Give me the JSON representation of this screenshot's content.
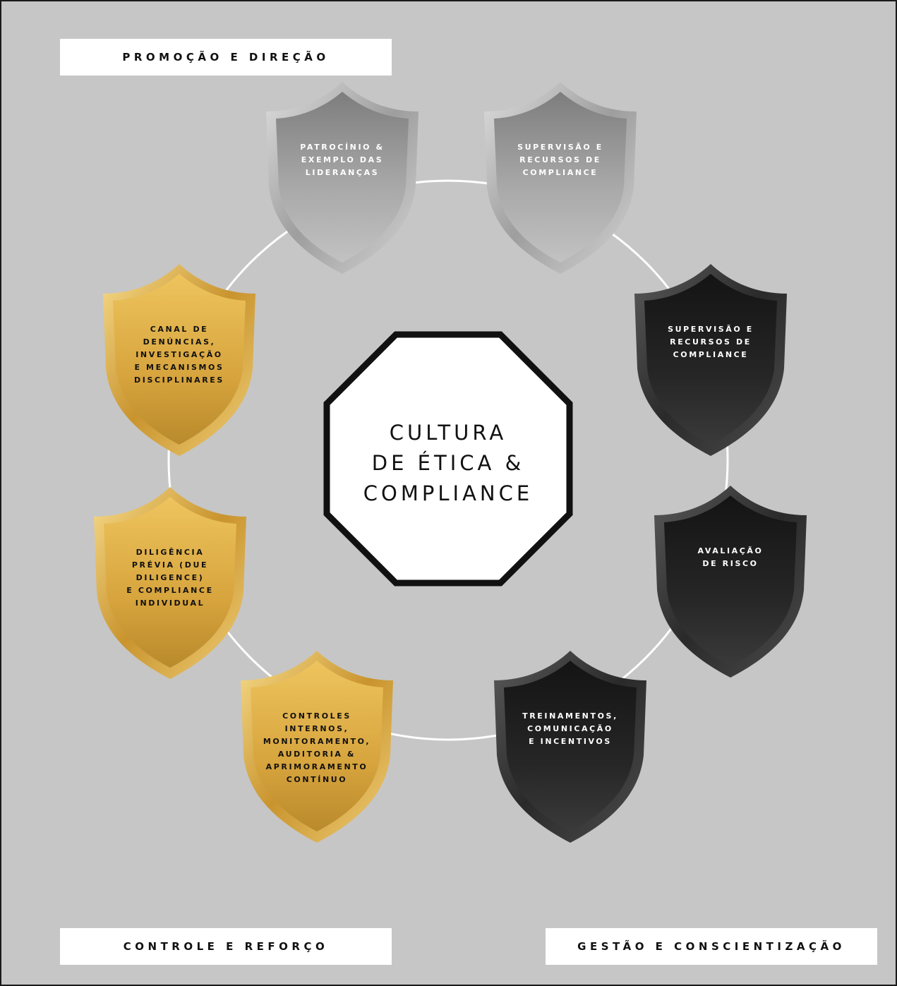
{
  "sections": {
    "top_left": "PROMOÇÃO E DIREÇÃO",
    "bottom_left": "CONTROLE E REFORÇO",
    "bottom_right": "GESTÃO E CONSCIENTIZAÇÃO"
  },
  "center": {
    "title": "CULTURA\nDE ÉTICA &\nCOMPLIANCE"
  },
  "shields": [
    {
      "id": "s1",
      "variant": "silver",
      "text": "PATROCÍNIO &\nEXEMPLO DAS\nLIDERANÇAS"
    },
    {
      "id": "s2",
      "variant": "silver",
      "text": "SUPERVISÃO E\nRECURSOS DE\nCOMPLIANCE"
    },
    {
      "id": "s3",
      "variant": "black",
      "text": "SUPERVISÃO E\nRECURSOS DE\nCOMPLIANCE"
    },
    {
      "id": "s4",
      "variant": "black",
      "text": "AVALIAÇÃO\nDE RISCO"
    },
    {
      "id": "s5",
      "variant": "black",
      "text": "TREINAMENTOS,\nCOMUNICAÇÃO\nE INCENTIVOS"
    },
    {
      "id": "s6",
      "variant": "gold",
      "text": "CONTROLES\nINTERNOS,\nMONITORAMENTO,\nAUDITORIA &\nAPRIMORAMENTO\nCONTÍNUO"
    },
    {
      "id": "s7",
      "variant": "gold",
      "text": "DILIGÊNCIA\nPRÉVIA (DUE\nDILIGENCE)\nE COMPLIANCE\nINDIVIDUAL"
    },
    {
      "id": "s8",
      "variant": "gold",
      "text": "CANAL DE\nDENÚNCIAS,\nINVESTIGAÇÃO\nE MECANISMOS\nDISCIPLINARES"
    }
  ],
  "colors": {
    "background": "#c6c6c6",
    "ring": "#ffffff",
    "silver": "#9a9a9a",
    "black": "#1e1e1e",
    "gold": "#d9a940"
  }
}
